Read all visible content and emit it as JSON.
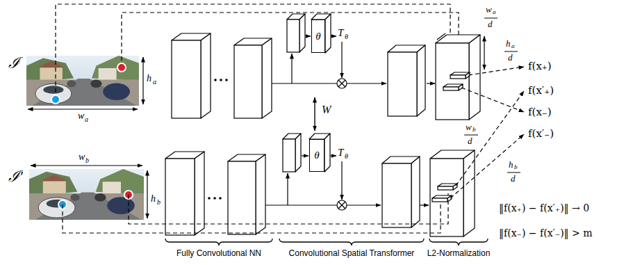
{
  "diagram": {
    "nodes": [
      {
        "text": [
          "θ"
        ]
      },
      {
        "text": [
          "θ"
        ]
      }
    ],
    "labels": [
      "ℐ",
      "w",
      "a",
      "h",
      "a",
      "ℐ′",
      "w",
      "b",
      "h",
      "b",
      "T",
      "θ",
      "T",
      "θ",
      "W",
      "w",
      "a",
      "d",
      "h",
      "a",
      "d",
      "w",
      "b",
      "d",
      "h",
      "b",
      "d",
      "f(x₊)",
      "f(x′₊)",
      "f(x₋)",
      "f(x′₋)",
      "‖f(x₊) − f(x′₊)‖ → 0",
      "‖f(x₋) − f(x′₋)‖ > m",
      "Fully Convolutional NN",
      "Convolutional Spatial Transformer",
      "L2-Normalization"
    ]
  }
}
